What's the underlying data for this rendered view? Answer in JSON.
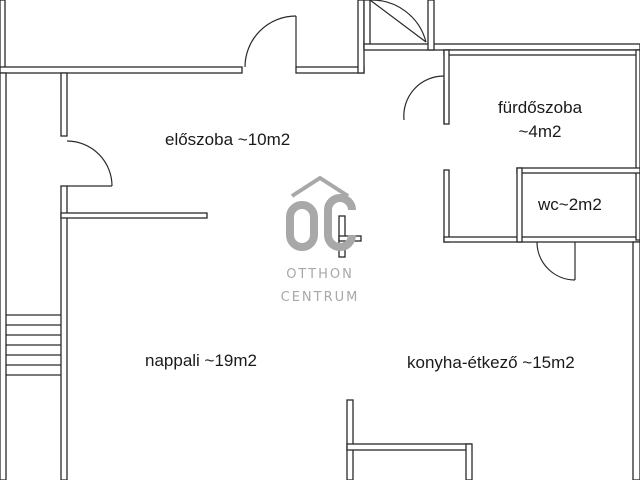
{
  "rooms": {
    "hall": {
      "name": "előszoba ~10m2"
    },
    "bathroom": {
      "name_line1": "fürdőszoba",
      "name_line2": "~4m2"
    },
    "wc": {
      "name": "wc~2m2"
    },
    "living": {
      "name": "nappali ~19m2"
    },
    "kitchen": {
      "name": "konyha-étkező ~15m2"
    }
  },
  "watermark": {
    "brand_line1": "OTTHON",
    "brand_line2": "CENTRUM",
    "color": "#a8a8a8"
  },
  "colors": {
    "wall_fill": "#ffffff",
    "wall_stroke": "#2a2a2a"
  }
}
